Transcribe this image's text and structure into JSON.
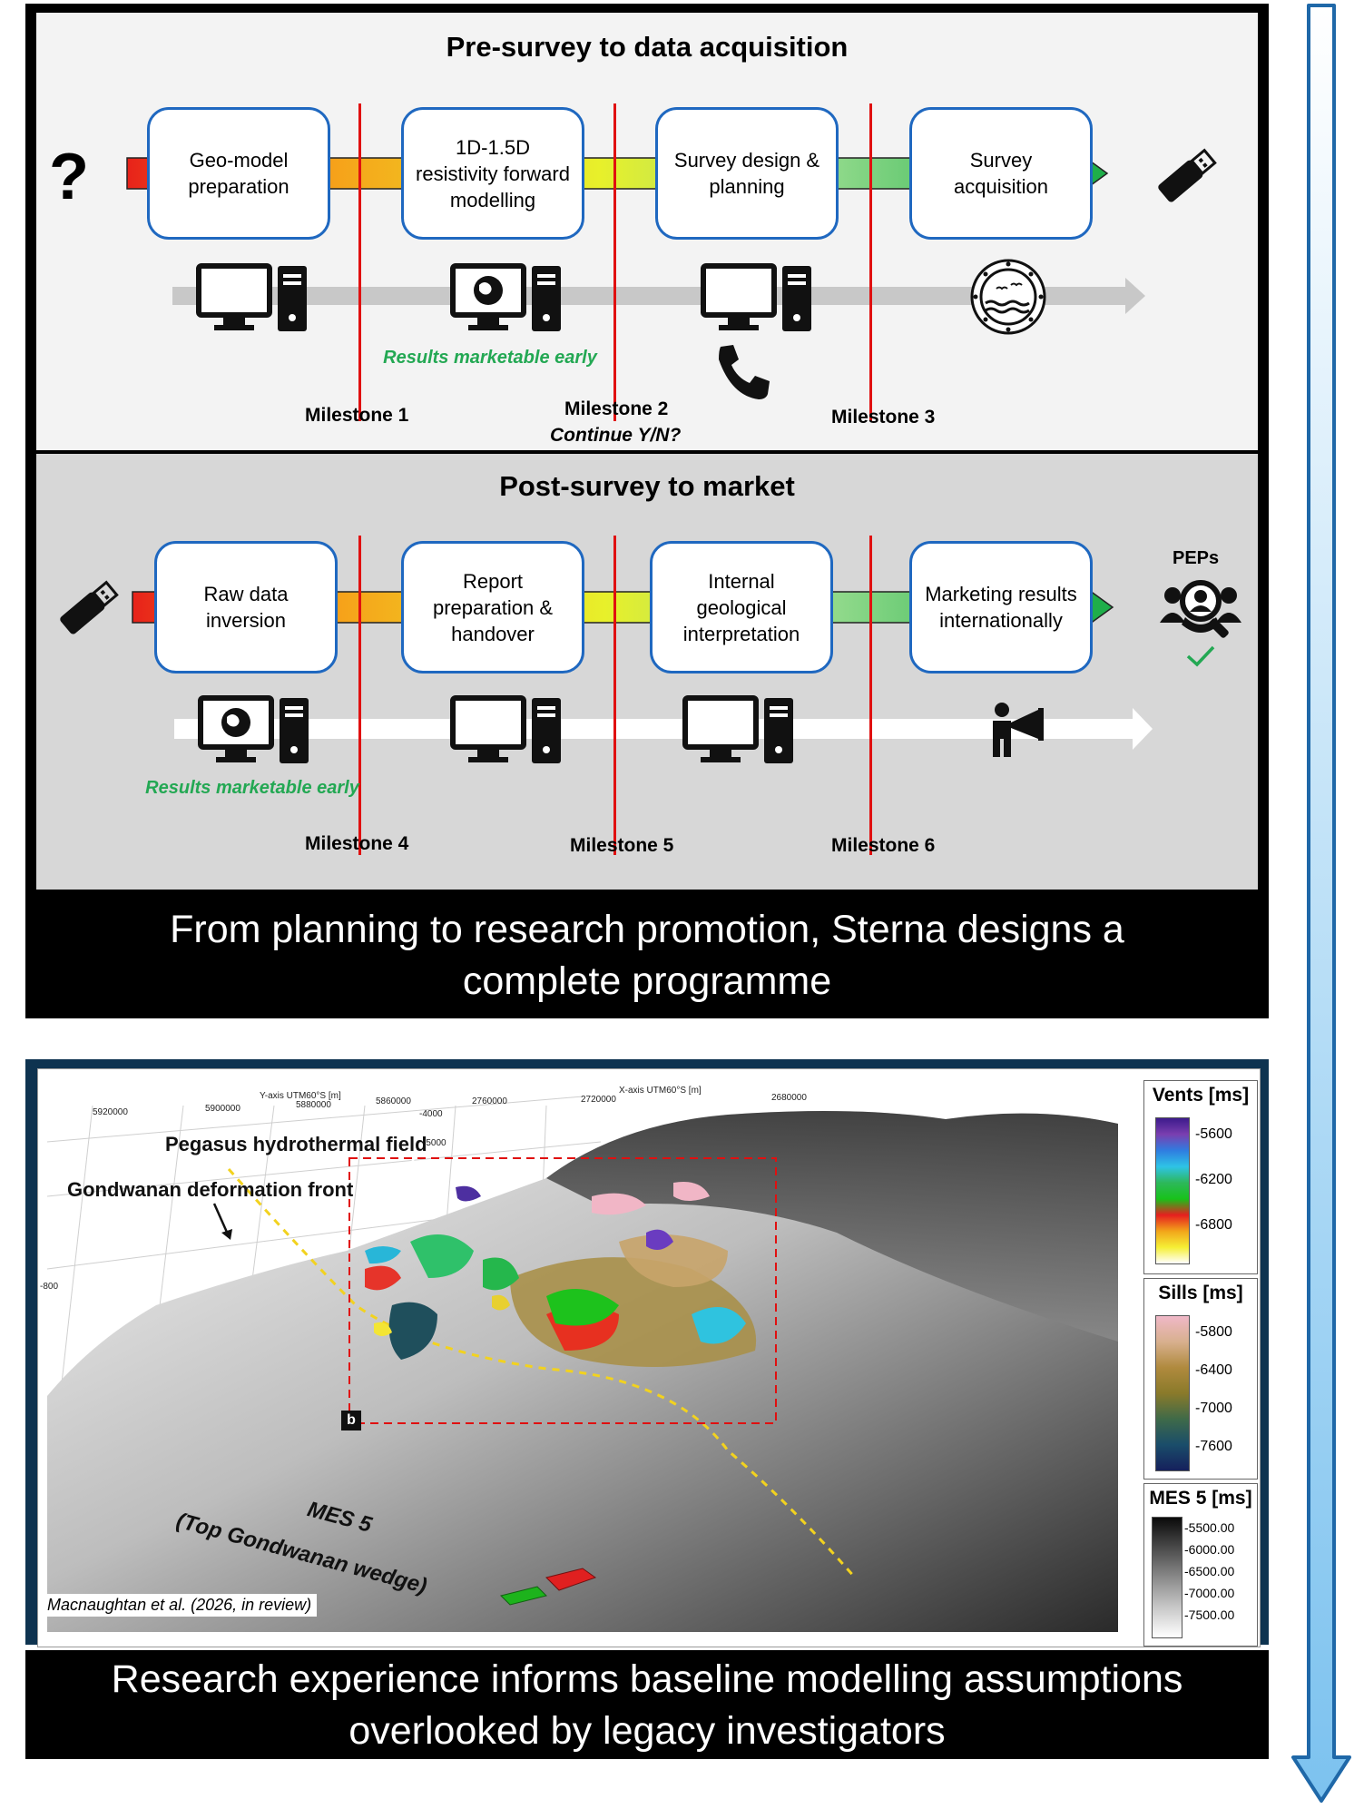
{
  "pre_survey": {
    "title": "Pre-survey to data acquisition",
    "question_mark": "?",
    "steps": [
      {
        "label": "Geo-model preparation"
      },
      {
        "label": "1D-1.5D resistivity forward modelling"
      },
      {
        "label": "Survey design & planning"
      },
      {
        "label": "Survey acquisition"
      }
    ],
    "note": "Results marketable early",
    "milestones": [
      {
        "label": "Milestone 1"
      },
      {
        "label": "Milestone 2",
        "sub": "Continue Y/N?"
      },
      {
        "label": "Milestone 3"
      }
    ],
    "icons": [
      "question-mark-icon",
      "computer-icon",
      "computer-globe-icon",
      "computer-icon",
      "phone-icon",
      "ship-porthole-icon",
      "usb-drive-icon"
    ]
  },
  "post_survey": {
    "title": "Post-survey to market",
    "steps": [
      {
        "label": "Raw data inversion"
      },
      {
        "label": "Report preparation & handover"
      },
      {
        "label": "Internal geological interpretation"
      },
      {
        "label": "Marketing results internationally"
      }
    ],
    "note": "Results marketable early",
    "milestones": [
      {
        "label": "Milestone 4"
      },
      {
        "label": "Milestone 5"
      },
      {
        "label": "Milestone 6"
      }
    ],
    "end_label": "PEPs",
    "icons": [
      "usb-drive-icon",
      "computer-globe-icon",
      "computer-icon",
      "computer-icon",
      "megaphone-person-icon",
      "people-search-icon",
      "checkmark-icon"
    ]
  },
  "caption_1": "From planning to research promotion, Sterna designs a complete programme",
  "figure": {
    "axis_title_y": "Y-axis UTM60°S [m]",
    "axis_title_x": "X-axis UTM60°S [m]",
    "y_ticks": [
      "5920000",
      "5900000",
      "5880000",
      "5860000"
    ],
    "x_ticks": [
      "2760000",
      "2720000",
      "2680000"
    ],
    "depth_ticks": [
      "-4000",
      "-5000",
      "-800"
    ],
    "labels": {
      "pegasus": "Pegasus hydrothermal field",
      "gondwanan_front": "Gondwanan deformation front",
      "mes5_line1": "MES 5",
      "mes5_line2": "(Top Gondwanan wedge)",
      "inset_b": "b",
      "citation": "Macnaughtan et al. (2026, in review)"
    },
    "legends": [
      {
        "title": "Vents [ms]",
        "ticks": [
          "-5600",
          "-6200",
          "-6800"
        ],
        "colors": [
          "#3d1b8c",
          "#7a3fb0",
          "#2f7de0",
          "#2ec3e6",
          "#2db85a",
          "#18c21a",
          "#e61f1f",
          "#f2a51a",
          "#f5ef35",
          "#ffffff"
        ]
      },
      {
        "title": "Sills [ms]",
        "ticks": [
          "-5800",
          "-6400",
          "-7000",
          "-7600"
        ],
        "colors": [
          "#f0b8c8",
          "#d8b08e",
          "#b08a3e",
          "#8a7a2a",
          "#3f6a48",
          "#1a4d6a",
          "#15205c"
        ]
      },
      {
        "title": "MES 5 [ms]",
        "ticks": [
          "-5500.00",
          "-6000.00",
          "-6500.00",
          "-7000.00",
          "-7500.00"
        ],
        "colors": [
          "#0a0a0a",
          "#4a4a4a",
          "#8a8a8a",
          "#c8c8c8",
          "#ffffff"
        ]
      }
    ]
  },
  "caption_2": "Research experience informs baseline modelling assumptions overlooked by legacy investigators",
  "colors": {
    "step_border": "#1f68c0",
    "milestone": "#e01010",
    "note_green": "#23a853",
    "arrow_fill": "#8fcaf0",
    "arrow_border": "#1f68a8"
  }
}
